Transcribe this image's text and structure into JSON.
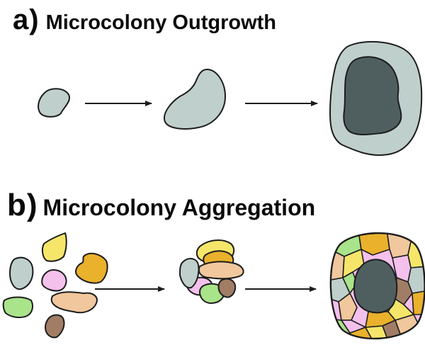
{
  "panels": [
    {
      "letter": "a",
      "paren": ")",
      "title": "Microcolony Outgrowth"
    },
    {
      "letter": "b",
      "paren": ")",
      "title": "Microcolony Aggregation"
    }
  ],
  "colors": {
    "colony_light": "#bfcfcc",
    "colony_dark": "#4f5f5f",
    "outline": "#1d1d1d",
    "yellow": "#f5e66a",
    "orange": "#e9b12c",
    "pink": "#f4c0ec",
    "tan": "#f1c79d",
    "green": "#a9e38a",
    "brown": "#a27d65",
    "blue_gray": "#bfcfcc"
  },
  "icons": [
    "arrow-right-icon"
  ]
}
